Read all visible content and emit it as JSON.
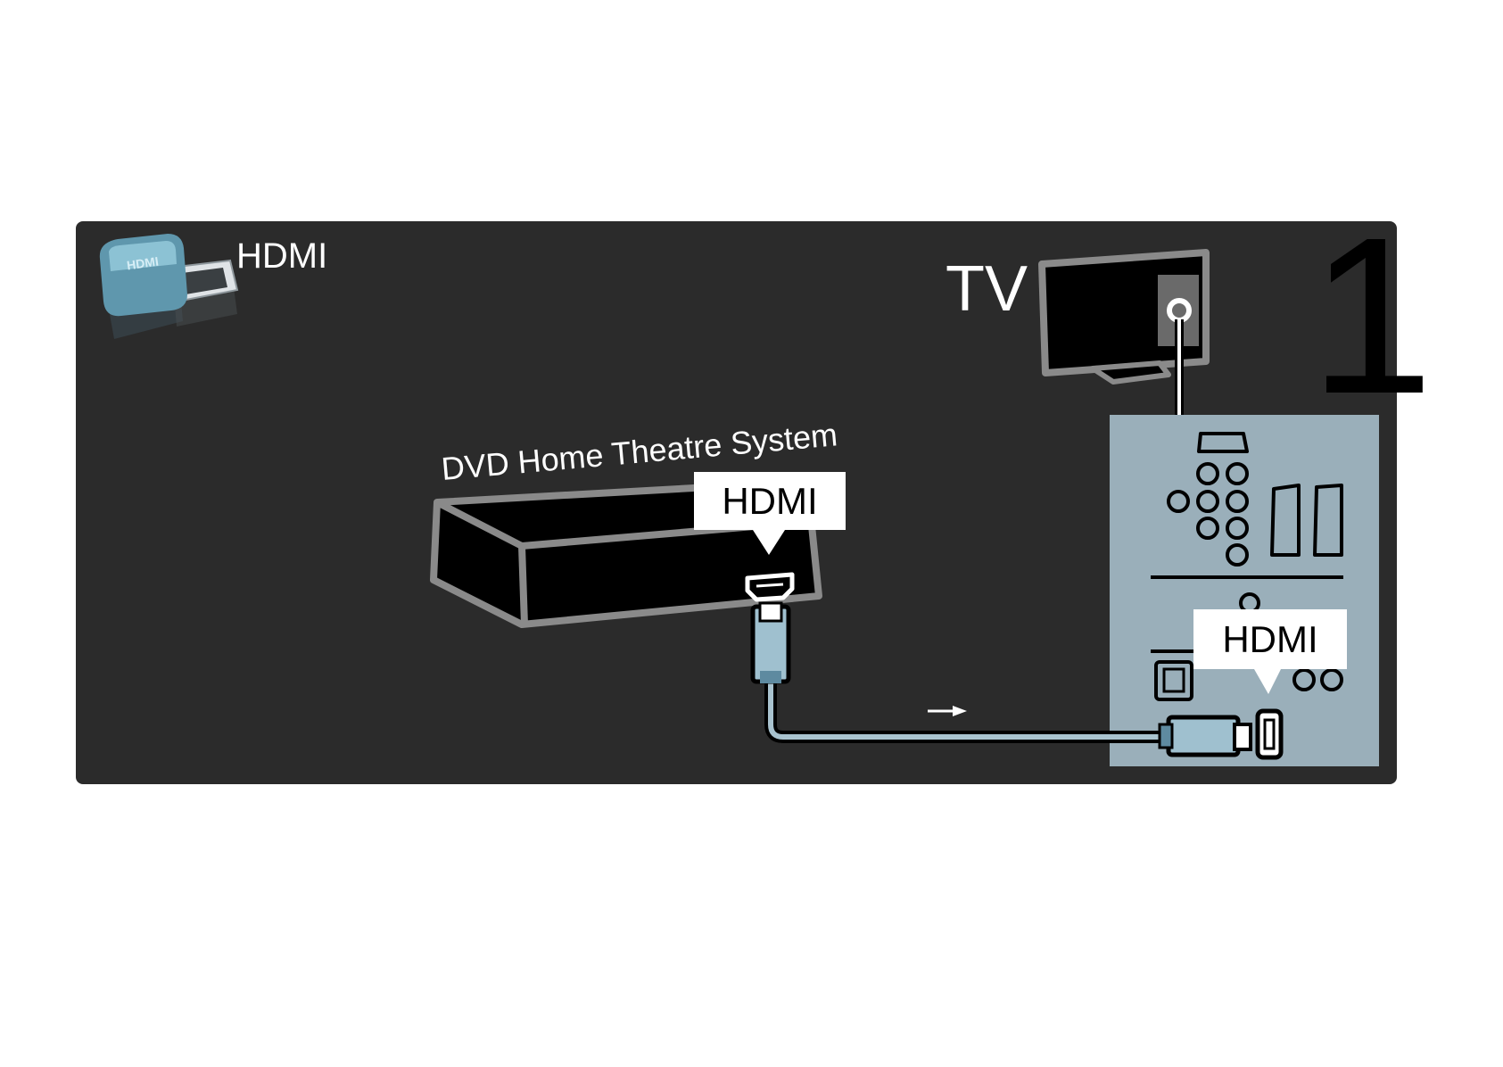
{
  "connector_label": "HDMI",
  "tv_label": "TV",
  "step_number": "1",
  "device_label": "DVD Home Theatre System",
  "device_port_callout": "HDMI",
  "tv_port_callout": "HDMI",
  "colors": {
    "panel_background": "#2b2b2b",
    "tv_connector_panel": "#9aafba",
    "cable": "#a9c3cf",
    "outline": "#8a8a8a",
    "callout_background": "#ffffff"
  },
  "icons": [
    "hdmi-plug-icon",
    "tv-icon",
    "dvd-home-theatre-box-icon",
    "hdmi-port-icon",
    "direction-arrow-icon"
  ]
}
